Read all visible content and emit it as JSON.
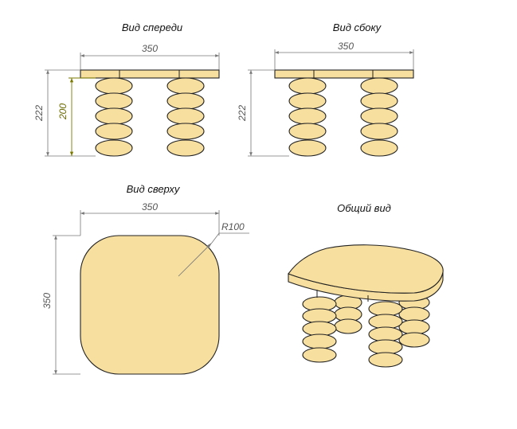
{
  "views": {
    "front": {
      "title": "Вид спереди",
      "width_dim": "350",
      "height_dim": "222",
      "leg_dim": "200"
    },
    "side": {
      "title": "Вид сбоку",
      "width_dim": "350",
      "height_dim": "222"
    },
    "top": {
      "title": "Вид сверху",
      "width_dim": "350",
      "depth_dim": "350",
      "radius_dim": "R100"
    },
    "iso": {
      "title": "Общий вид"
    }
  },
  "colors": {
    "wood": "#f7df9f",
    "outline": "#222222",
    "dimension": "#777777",
    "leg_dimension": "#7a7a00"
  }
}
